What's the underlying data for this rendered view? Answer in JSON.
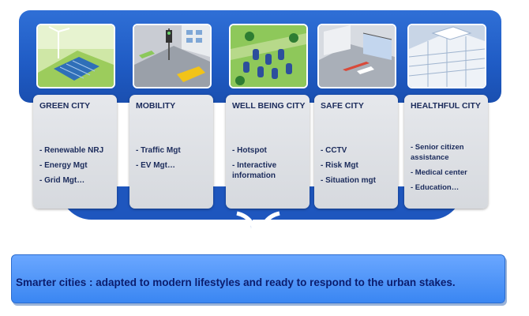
{
  "cards": [
    {
      "title": "GREEN CITY",
      "items": [
        "- Renewable NRJ",
        "- Energy Mgt",
        "- Grid Mgt…"
      ]
    },
    {
      "title": "MOBILITY",
      "items": [
        "- Traffic Mgt",
        "- EV Mgt…"
      ]
    },
    {
      "title": "WELL BEING CITY",
      "items": [
        "- Hotspot",
        "- Interactive information"
      ]
    },
    {
      "title": "SAFE CITY",
      "items": [
        "- CCTV",
        "- Risk Mgt",
        "- Situation mgt"
      ]
    },
    {
      "title": "HEALTHFUL CITY",
      "items": [
        "- Senior citizen assistance",
        "- Medical center",
        "- Education…"
      ]
    }
  ],
  "summary": "Smarter cities : adapted to modern lifestyles and ready to respond to the urban stakes.",
  "colors": {
    "band": "#1f5bc4",
    "panel": "#dfe1e5",
    "text": "#1b2b5b",
    "bottom_box": "#4d93f7"
  }
}
